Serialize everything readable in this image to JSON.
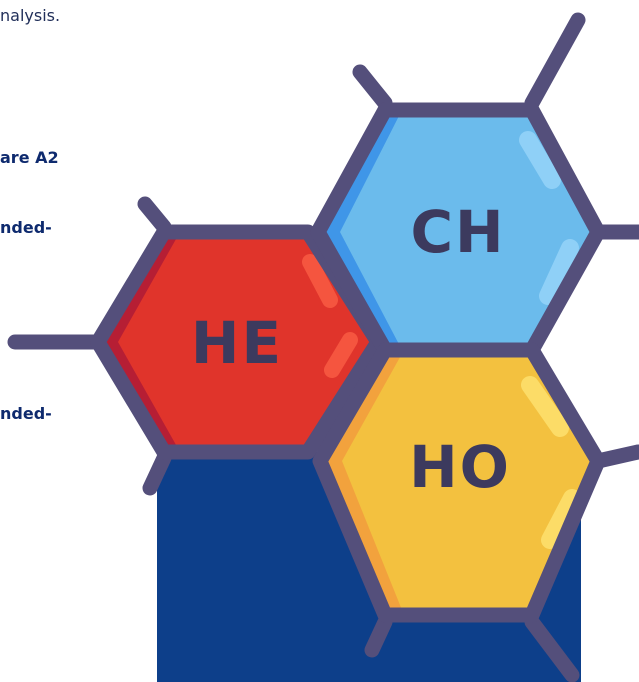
{
  "text_fragments": {
    "line1": "nalysis.",
    "line2": "are A2",
    "line3": "nded-",
    "line4": "nded-"
  },
  "hexagons": [
    {
      "label": "HE",
      "color": "#e0342b"
    },
    {
      "label": "CH",
      "color": "#6bbbec"
    },
    {
      "label": "HO",
      "color": "#f3c13f"
    }
  ],
  "colors": {
    "outline": "#544f7b",
    "navy_block": "#0d3f8a",
    "text_bold": "#0e2a6e"
  }
}
